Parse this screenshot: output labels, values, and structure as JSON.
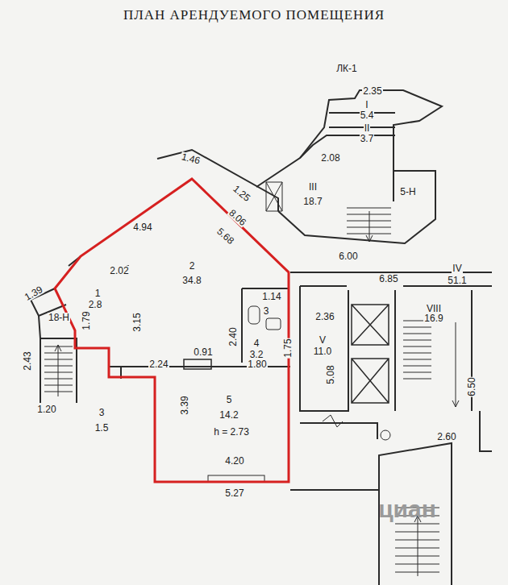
{
  "diagram": {
    "title": "ПЛАН АРЕНДУЕМОГО ПОМЕЩЕНИЯ",
    "labels": [
      "ЛК-1",
      "2.35",
      "I",
      "5.4",
      "II",
      "3.7",
      "2.08",
      "III",
      "18.7",
      "5-Н",
      "1.46",
      "1.25",
      "8.06",
      "4.94",
      "5.68",
      "6.00",
      "6.85",
      "IV",
      "51.1",
      "2",
      "34.8",
      "2.02",
      "1.39",
      "1",
      "2.8",
      "18-Н",
      "1.79",
      "3.15",
      "1.14",
      "3",
      "2.40",
      "4",
      "3.2",
      "1.75",
      "2.36",
      "V",
      "11.0",
      "5.08",
      "VIII",
      "16.9",
      "0.91",
      "2.24",
      "1.80",
      "2.43",
      "1.20",
      "3",
      "1.5",
      "3.39",
      "5",
      "14.2",
      "h = 2.73",
      "6.50",
      "2.60",
      "4.20",
      "5.27",
      "циан"
    ]
  }
}
